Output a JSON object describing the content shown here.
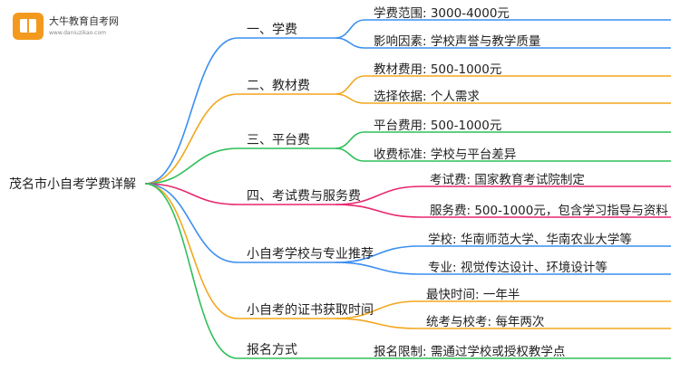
{
  "logo": {
    "title": "大牛教育自考网",
    "url": "www.daniuzikao.com"
  },
  "root": "茂名市小自考学费详解",
  "branches": [
    {
      "label": "一、学费",
      "color": "#3b8ff0",
      "leaves": [
        "学费范围: 3000-4000元",
        "影响因素: 学校声誉与教学质量"
      ]
    },
    {
      "label": "二、教材费",
      "color": "#f2a71d",
      "leaves": [
        "教材费用: 500-1000元",
        "选择依据: 个人需求"
      ]
    },
    {
      "label": "三、平台费",
      "color": "#2fbf5a",
      "leaves": [
        "平台费用: 500-1000元",
        "收费标准: 学校与平台差异"
      ]
    },
    {
      "label": "四、考试费与服务费",
      "color": "#e8266d",
      "leaves": [
        "考试费: 国家教育考试院制定",
        "服务费: 500-1000元，包含学习指导与资料"
      ]
    },
    {
      "label": "小自考学校与专业推荐",
      "color": "#3b8ff0",
      "leaves": [
        "学校: 华南师范大学、华南农业大学等",
        "专业: 视觉传达设计、环境设计等"
      ]
    },
    {
      "label": "小自考的证书获取时间",
      "color": "#f2a71d",
      "leaves": [
        "最快时间: 一年半",
        "统考与校考: 每年两次"
      ]
    },
    {
      "label": "报名方式",
      "color": "#2fbf5a",
      "leaves": [
        "报名限制: 需通过学校或授权教学点"
      ]
    }
  ]
}
